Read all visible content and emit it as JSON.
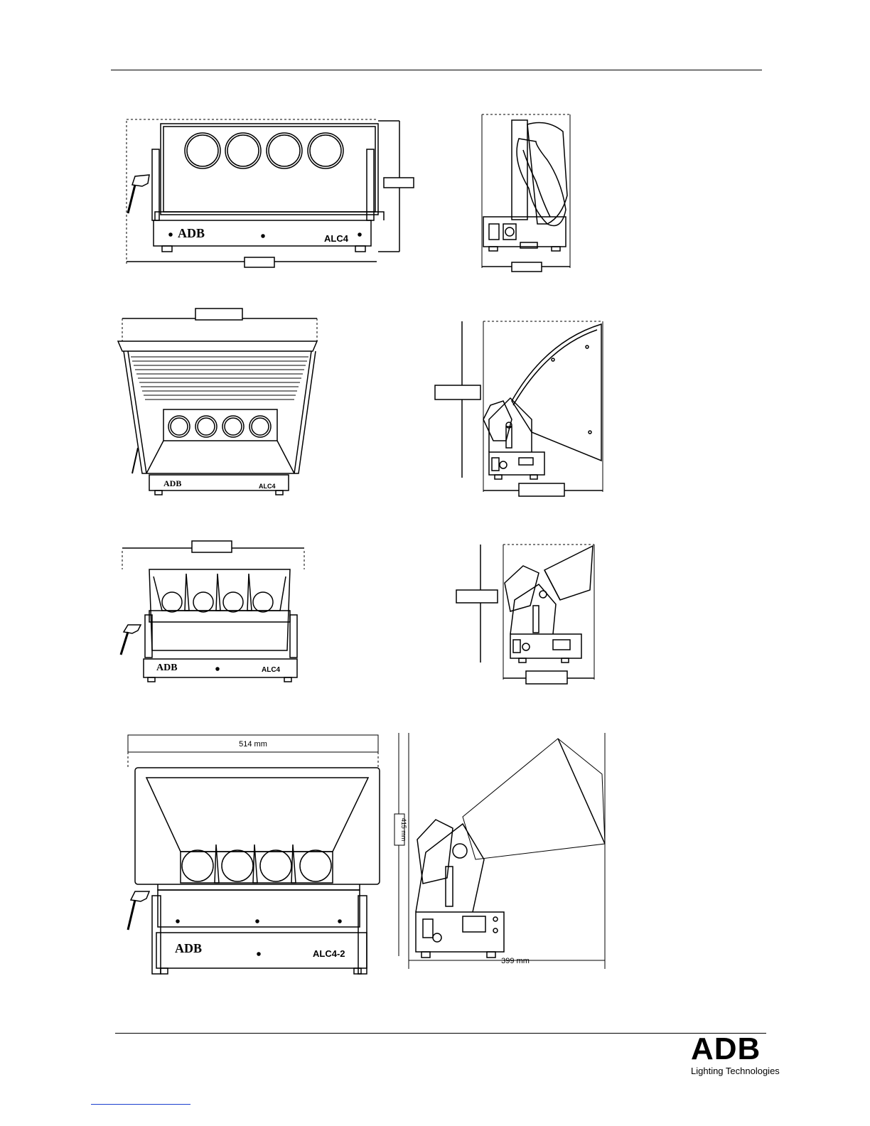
{
  "document": {
    "brand": {
      "name": "ADB",
      "tagline": "Lighting Technologies"
    },
    "figures": {
      "front_plain": {
        "body_brand": "ADB",
        "body_model": "ALC4"
      },
      "side_plain": {},
      "front_large_hood": {
        "body_brand": "ADB",
        "body_model": "ALC4"
      },
      "side_large_hood": {},
      "front_small_hood": {
        "body_brand": "ADB",
        "body_model": "ALC4"
      },
      "side_small_hood": {},
      "front_xl_hood": {
        "body_brand": "ADB",
        "body_model": "ALC4-2",
        "width_label": "514 mm"
      },
      "side_xl_hood": {
        "depth_label": "399 mm",
        "height_label": "415 mm"
      }
    }
  }
}
